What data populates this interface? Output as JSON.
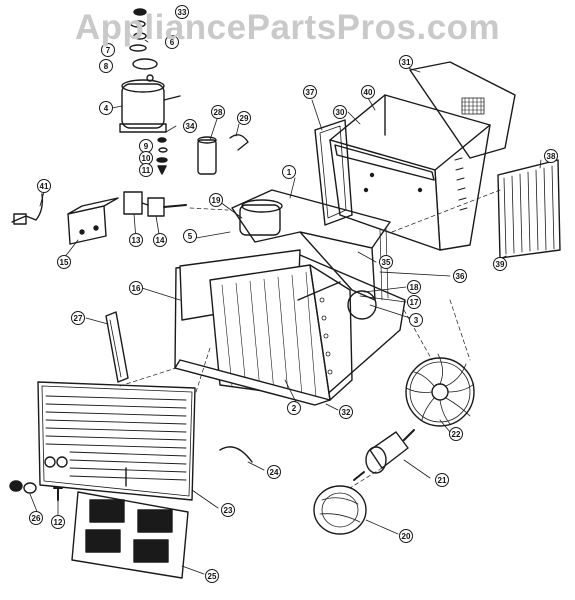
{
  "watermark": "AppliancePartsPros.com",
  "colors": {
    "ink": "#1a1a1a",
    "watermark": "#c9c9c9",
    "background": "#ffffff"
  },
  "callouts": [
    "1",
    "2",
    "3",
    "4",
    "5",
    "6",
    "7",
    "8",
    "9",
    "10",
    "11",
    "12",
    "13",
    "14",
    "15",
    "16",
    "17",
    "18",
    "19",
    "20",
    "21",
    "22",
    "23",
    "24",
    "25",
    "26",
    "27",
    "28",
    "29",
    "30",
    "31",
    "32",
    "33",
    "34",
    "35",
    "36",
    "37",
    "38",
    "39",
    "40",
    "41"
  ]
}
